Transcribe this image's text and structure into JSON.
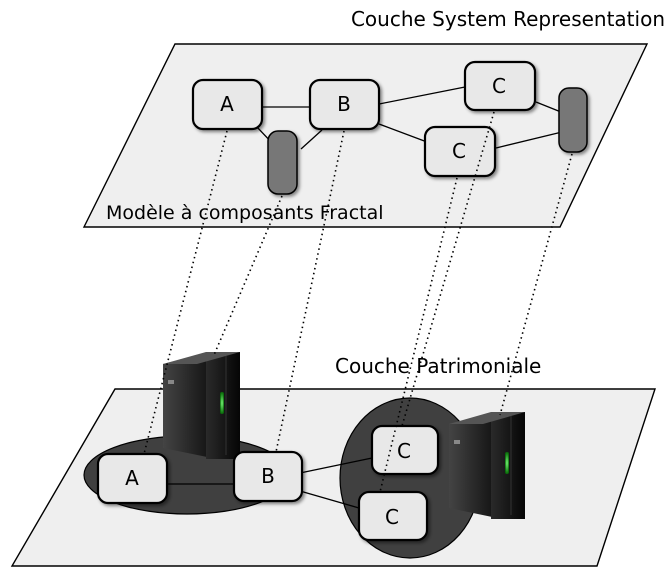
{
  "top_layer": {
    "title": "Couche System Representation",
    "caption": "Modèle à composants Fractal",
    "nodes": [
      "A",
      "B",
      "C",
      "C"
    ]
  },
  "bottom_layer": {
    "title": "Couche Patrimoniale",
    "nodes": [
      "A",
      "B",
      "C",
      "C"
    ]
  },
  "colors": {
    "plane_fill": "#efefef",
    "node_fill": "#e8e8e8",
    "connector_fill": "#777777",
    "group_fill": "#404040"
  },
  "icons": [
    "server-icon",
    "server-icon"
  ]
}
